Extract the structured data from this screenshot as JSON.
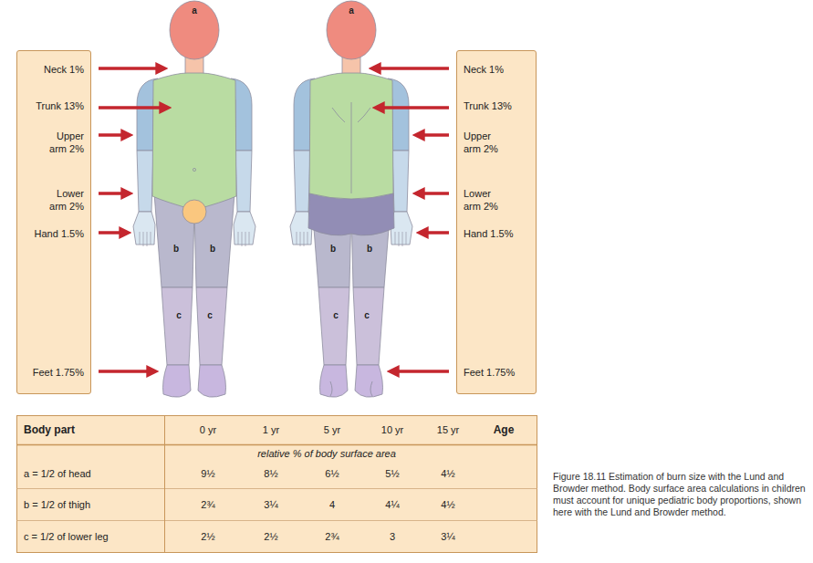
{
  "diagram": {
    "caption": "Figure 18.11 Estimation of burn size with the Lund and Browder method. Body surface area calculations in children must account for unique pediatric body proportions, shown here with the Lund and Browder method.",
    "nodes": [
      {
        "text": [
          "Neck 1%",
          "Trunk 13%",
          "Upper arm 2%",
          "Lower arm 2%",
          "Hand 1.5%",
          "Feet 1.75%"
        ]
      },
      {
        "text": [
          "Neck 1%",
          "Trunk 13%",
          "Upper arm 2%",
          "Lower arm 2%",
          "Hand 1.5%",
          "Feet 1.75%"
        ]
      }
    ],
    "labels": [
      "a",
      "a",
      "b",
      "b",
      "b",
      "b",
      "c",
      "c",
      "c",
      "c",
      "Body part",
      "0 yr",
      "1 yr",
      "5 yr",
      "10 yr",
      "15 yr",
      "Age",
      "relative % of body surface area",
      "a = 1/2 of head",
      "9½",
      "8½",
      "6½",
      "5½",
      "4½",
      "b = 1/2 of thigh",
      "2¾",
      "3¼",
      "4",
      "4¼",
      "4½",
      "c = 1/2 of lower leg",
      "2½",
      "2½",
      "2¾",
      "3",
      "3¼"
    ]
  }
}
